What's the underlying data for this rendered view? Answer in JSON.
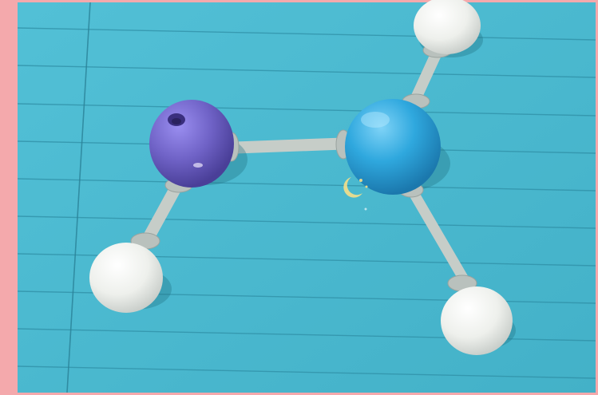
{
  "colors": {
    "frame": "#f4a9ac",
    "paper": "#49b9cf",
    "paper_lines": "#2f8fa6",
    "margin_line": "#2a8298",
    "atom_purple": "#6f62c6",
    "atom_blue": "#2fa8de",
    "atom_white": "#f2f4f1",
    "bond_gray": "#c6cdc8",
    "watermark": "#f5df8a"
  },
  "objects": [
    {
      "kind": "atom",
      "color": "purple"
    },
    {
      "kind": "atom",
      "color": "blue"
    },
    {
      "kind": "atom",
      "color": "white",
      "count": 3
    },
    {
      "kind": "bond",
      "color": "gray",
      "count": 4
    }
  ],
  "icons": [
    "moon-watermark-icon"
  ]
}
